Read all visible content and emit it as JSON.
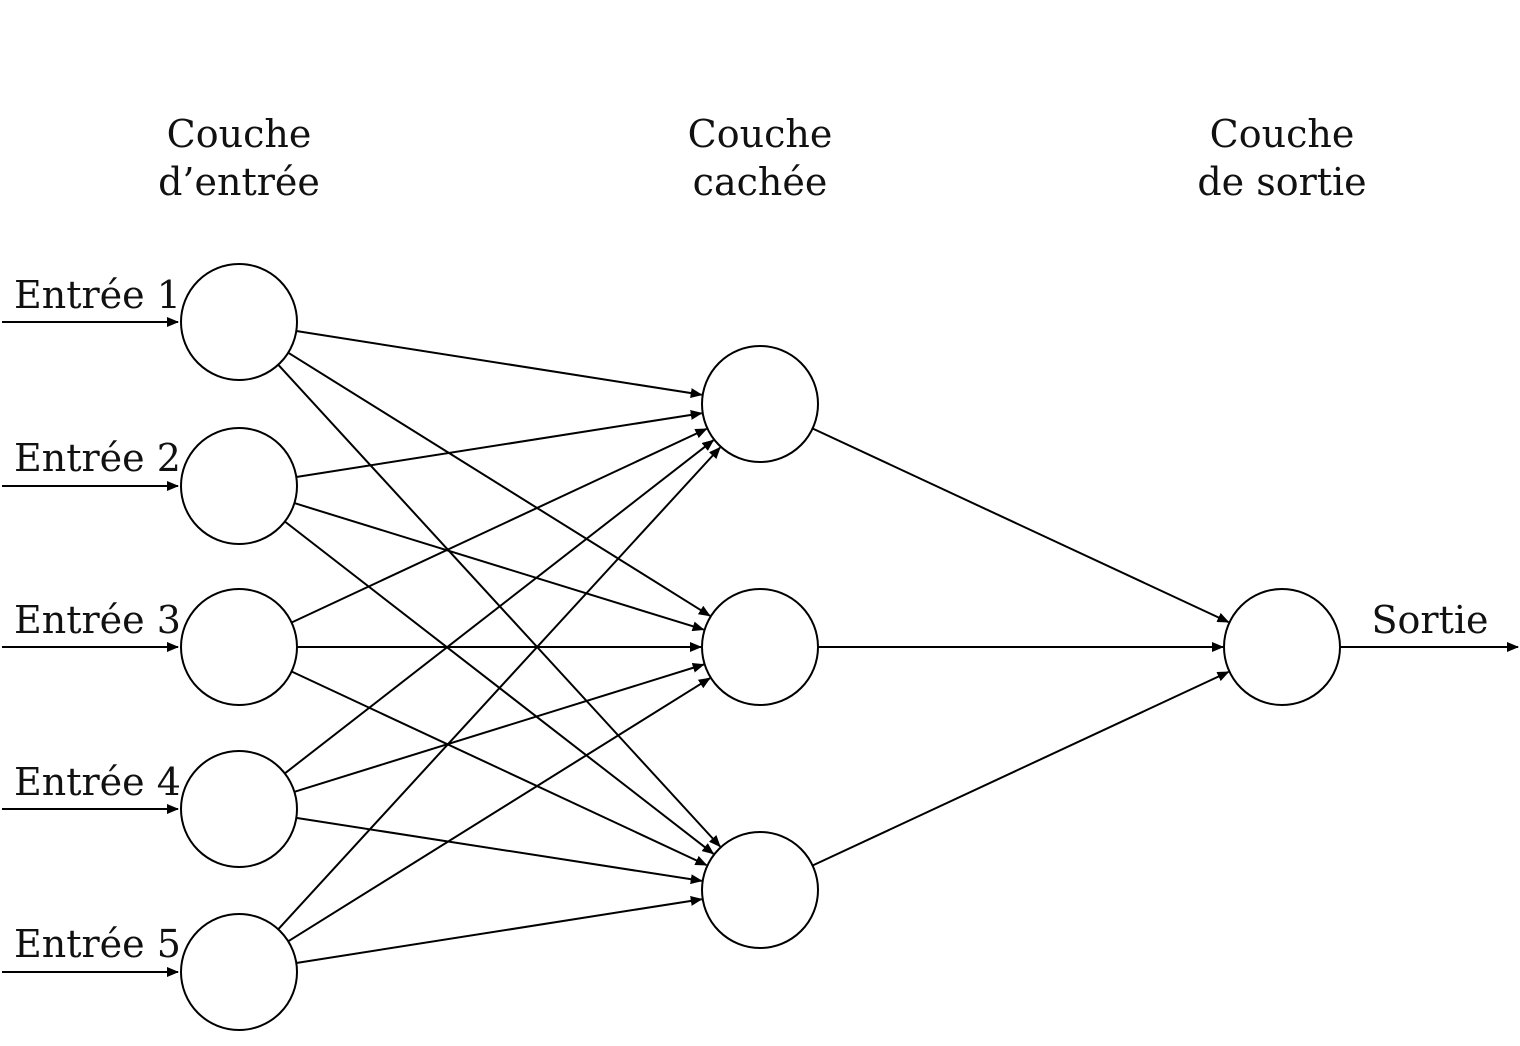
{
  "layers": [
    {
      "title_line1": "Couche",
      "title_line2": "d’entrée"
    },
    {
      "title_line1": "Couche",
      "title_line2": "cachée"
    },
    {
      "title_line1": "Couche",
      "title_line2": "de sortie"
    }
  ],
  "inputs": [
    {
      "label": "Entrée 1"
    },
    {
      "label": "Entrée 2"
    },
    {
      "label": "Entrée 3"
    },
    {
      "label": "Entrée 4"
    },
    {
      "label": "Entrée 5"
    }
  ],
  "hidden_count": 3,
  "output": {
    "label": "Sortie"
  },
  "colors": {
    "stroke": "#000000",
    "text": "#111111",
    "background": "#ffffff"
  }
}
